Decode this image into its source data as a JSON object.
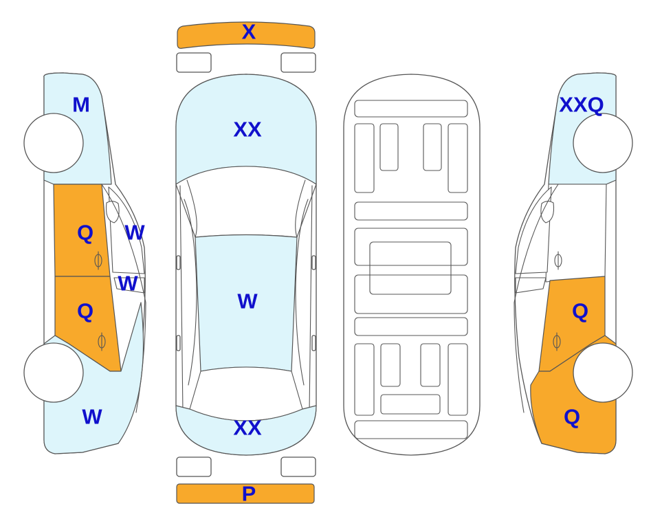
{
  "colors": {
    "background": "#ffffff",
    "outline": "#555555",
    "window": "#ffffff",
    "minor": "#ddf5fb",
    "major": "#f8a92b",
    "label": "#1010cc"
  },
  "legend_note": "",
  "panels": {
    "front_bumper": {
      "label": "X",
      "severity": "major"
    },
    "rear_bumper": {
      "label": "P",
      "severity": "major"
    },
    "hood": {
      "label": "XX",
      "severity": "minor"
    },
    "roof": {
      "label": "W",
      "severity": "minor"
    },
    "trunk": {
      "label": "XX",
      "severity": "minor"
    },
    "left_front_fender": {
      "label": "M",
      "severity": "minor"
    },
    "left_front_door": {
      "label": "Q",
      "severity": "major"
    },
    "left_rear_door": {
      "label": "Q",
      "severity": "major"
    },
    "left_quarter": {
      "label": "W",
      "severity": "minor"
    },
    "left_front_glass": {
      "label": "W",
      "severity": "none"
    },
    "left_rear_glass": {
      "label": "W",
      "severity": "none"
    },
    "right_front_fender": {
      "label": "XXQ",
      "severity": "minor"
    },
    "right_rear_door": {
      "label": "Q",
      "severity": "major"
    },
    "right_quarter": {
      "label": "Q",
      "severity": "major"
    }
  }
}
